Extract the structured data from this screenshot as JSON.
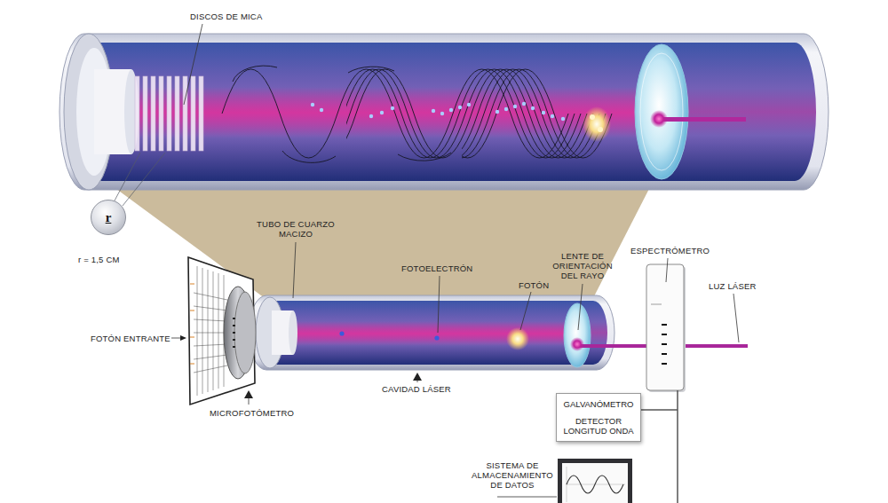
{
  "diagram": {
    "nodes": [
      {
        "text": [
          "r"
        ]
      },
      {
        "text": [
          "GALVANÓMETRO",
          "DETECTOR LONGITUD ONDA"
        ]
      }
    ],
    "labels": [
      "DISCOS DE MICA",
      "r = 1,5 CM",
      "TUBO DE CUARZO MACIZO",
      "FOTOELECTRÓN",
      "FOTÓN",
      "LENTE DE ORIENTACIÓN DEL RAYO",
      "ESPECTRÓMETRO",
      "LUZ LÁSER",
      "FOTÓN ENTRANTE",
      "CAVIDAD LÁSER",
      "MICROFOTÓMETRO",
      "SISTEMA DE ALMACENAMIENTO DE DATOS"
    ]
  }
}
